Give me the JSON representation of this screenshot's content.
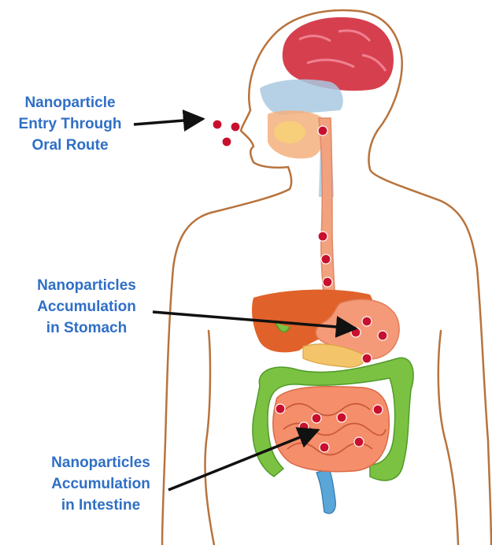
{
  "labels": {
    "oral_entry": [
      "Nanoparticle",
      "Entry Through",
      "Oral Route"
    ],
    "stomach": [
      "Nanoparticles",
      "Accumulation",
      "in Stomach"
    ],
    "intestine": [
      "Nanoparticles",
      "Accumulation",
      "in Intestine"
    ]
  },
  "colors": {
    "label_text": "#2f6fc6",
    "arrow": "#111111",
    "body_outline": "#b8733c",
    "brain": "#d6404e",
    "nanoparticle": "#c8102e",
    "esophagus": "#f2a27e",
    "liver": "#e0622a",
    "stomach": "#f59a78",
    "small_intestine": "#f58e6a",
    "large_intestine": "#7cc242",
    "airway": "#a9c9e0"
  },
  "icons": [
    "nanoparticle-dot-icon",
    "brain-icon",
    "stomach-icon",
    "liver-icon",
    "intestine-icon"
  ]
}
